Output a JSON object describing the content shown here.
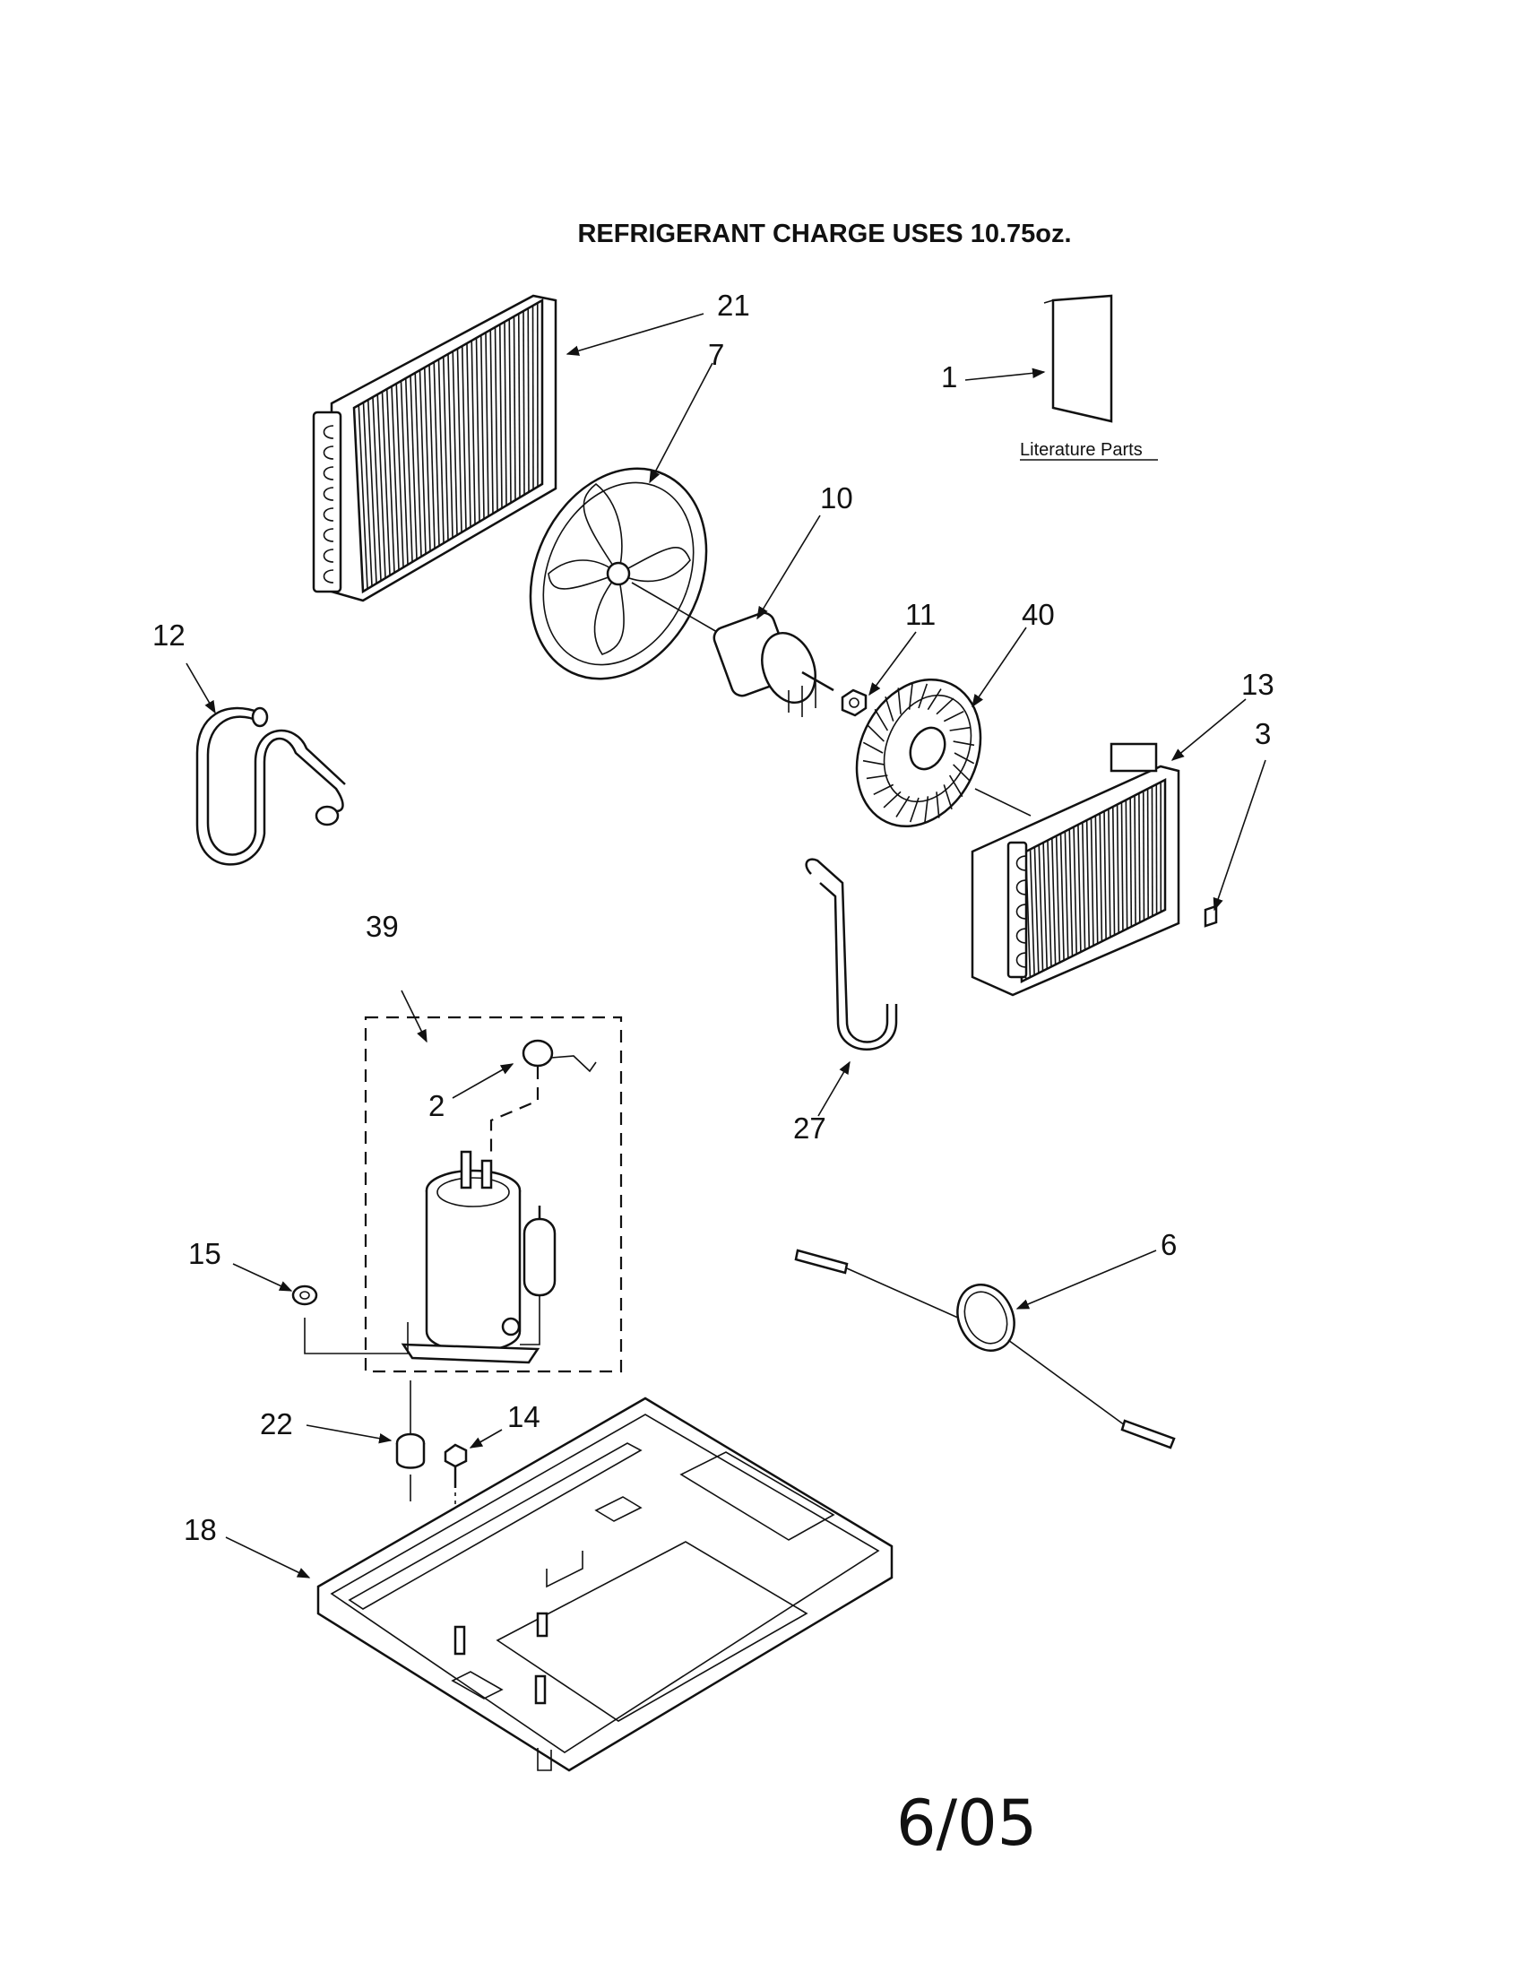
{
  "header": {
    "title": "REFRIGERANT CHARGE USES 10.75oz."
  },
  "literature": {
    "caption": "Literature Parts"
  },
  "callouts": {
    "p1": "1",
    "p2": "2",
    "p3": "3",
    "p6": "6",
    "p7": "7",
    "p10": "10",
    "p11": "11",
    "p12": "12",
    "p13": "13",
    "p14": "14",
    "p15": "15",
    "p18": "18",
    "p21": "21",
    "p22": "22",
    "p27": "27",
    "p39": "39",
    "p40": "40"
  },
  "footer": {
    "date": "6/05"
  }
}
